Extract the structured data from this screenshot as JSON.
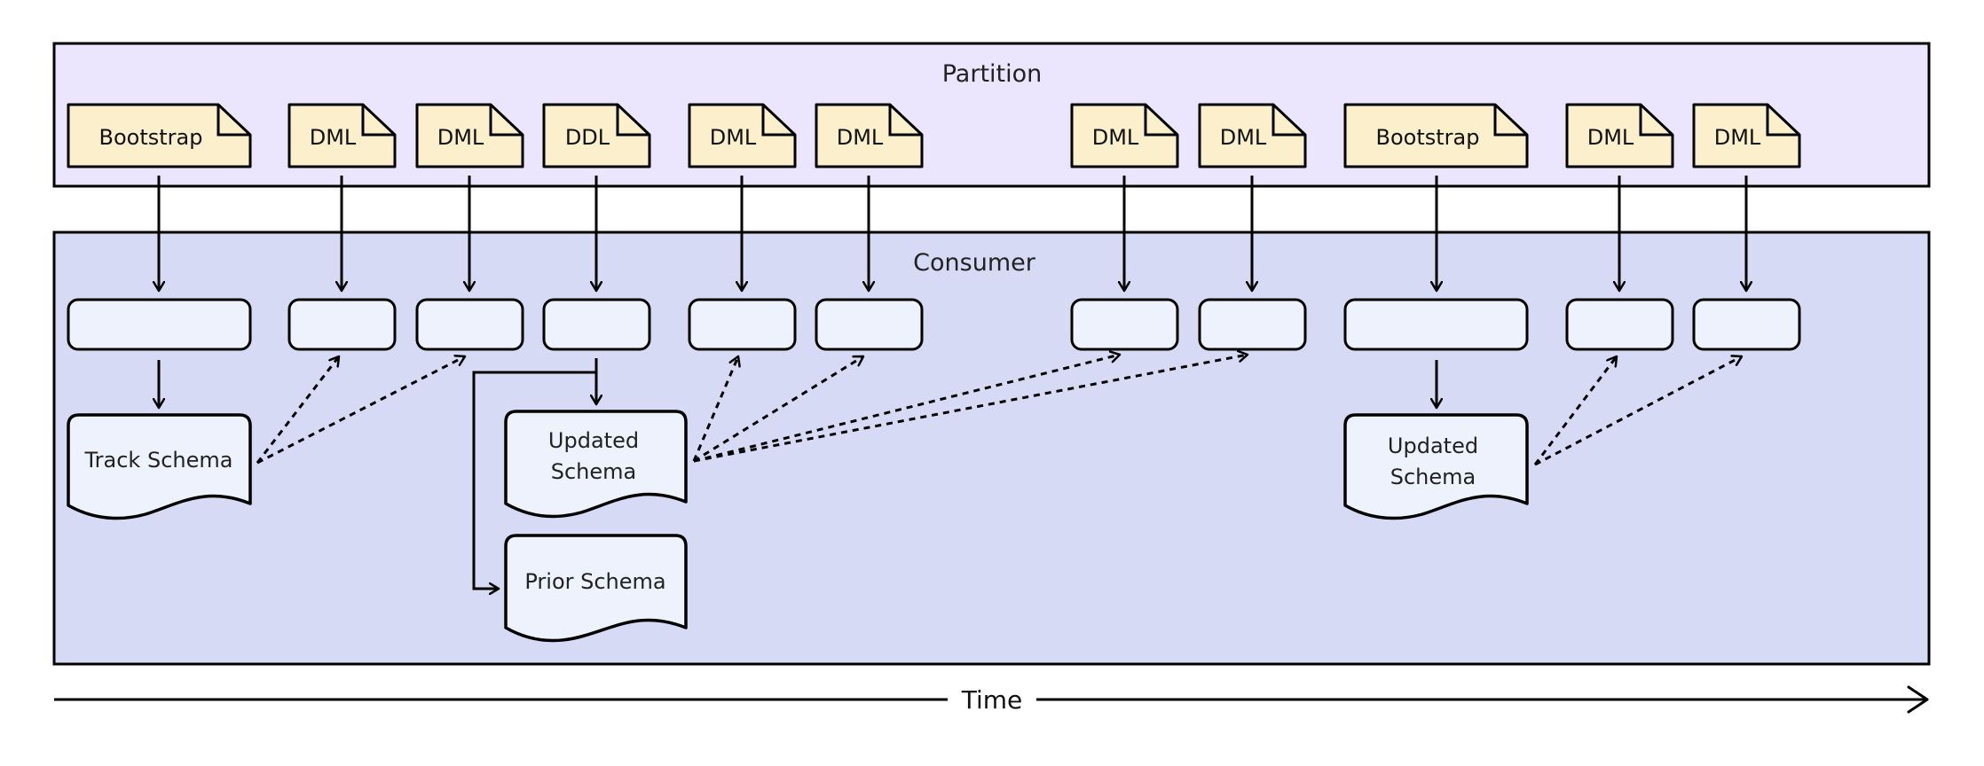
{
  "diagram": {
    "partition_title": "Partition",
    "consumer_title": "Consumer",
    "time_label": "Time",
    "colors": {
      "partition_bg": "#ebe6fd",
      "consumer_bg": "#d6daf4",
      "note_fill": "#fcf0cc",
      "box_fill": "#eef2fd",
      "stroke": "#000000"
    },
    "messages": [
      {
        "id": "m1",
        "label": "Bootstrap"
      },
      {
        "id": "m2",
        "label": "DML"
      },
      {
        "id": "m3",
        "label": "DML"
      },
      {
        "id": "m4",
        "label": "DDL"
      },
      {
        "id": "m5",
        "label": "DML"
      },
      {
        "id": "m6",
        "label": "DML"
      },
      {
        "id": "m7",
        "label": "DML"
      },
      {
        "id": "m8",
        "label": "DML"
      },
      {
        "id": "m9",
        "label": "Bootstrap"
      },
      {
        "id": "m10",
        "label": "DML"
      },
      {
        "id": "m11",
        "label": "DML"
      }
    ],
    "schemas": [
      {
        "id": "s1",
        "lines": [
          "Track Schema"
        ]
      },
      {
        "id": "s2",
        "lines": [
          "Updated",
          "Schema"
        ]
      },
      {
        "id": "s3",
        "lines": [
          "Prior Schema"
        ]
      },
      {
        "id": "s4",
        "lines": [
          "Updated",
          "Schema"
        ]
      }
    ]
  }
}
